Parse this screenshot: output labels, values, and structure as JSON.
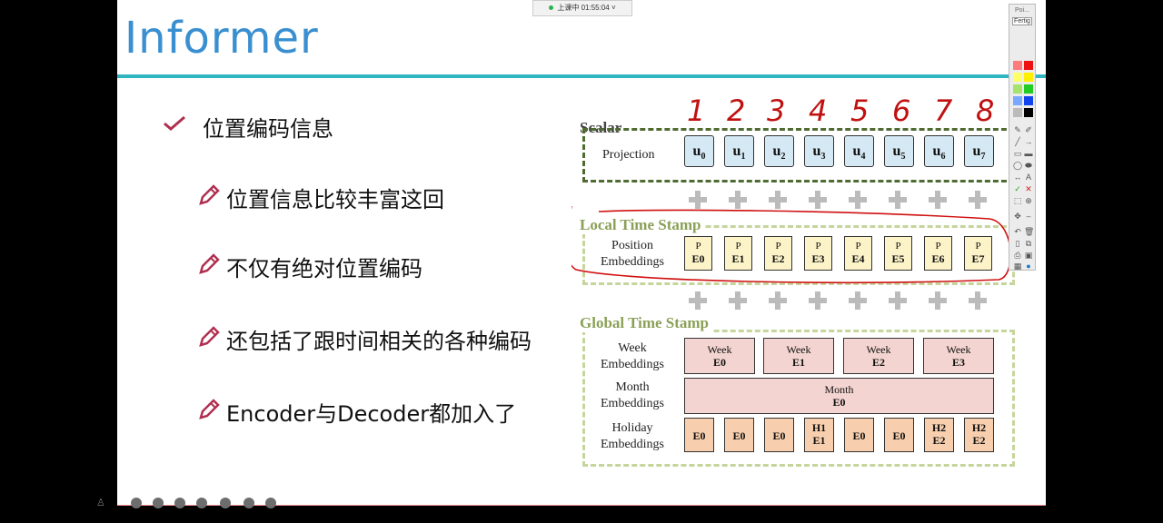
{
  "slide": {
    "title": "Informer",
    "main_bullet": "位置编码信息",
    "sub_bullets": [
      "位置信息比较丰富这回",
      "不仅有绝对位置编码",
      "还包括了跟时间相关的各种编码",
      "Encoder与Decoder都加入了"
    ]
  },
  "diagram": {
    "scalar_title": "Scalar",
    "projection_label": "Projection",
    "u_tokens": [
      "u",
      "u",
      "u",
      "u",
      "u",
      "u",
      "u",
      "u"
    ],
    "u_subs": [
      "0",
      "1",
      "2",
      "3",
      "4",
      "5",
      "6",
      "7"
    ],
    "local_title": "Local Time Stamp",
    "position_label_1": "Position",
    "position_label_2": "Embeddings",
    "p_top": [
      "P",
      "P",
      "P",
      "P",
      "P",
      "P",
      "P",
      "P"
    ],
    "p_bottom": [
      "E0",
      "E1",
      "E2",
      "E3",
      "E4",
      "E5",
      "E6",
      "E7"
    ],
    "global_title": "Global Time Stamp",
    "week_label_1": "Week",
    "week_label_2": "Embeddings",
    "week_boxes": [
      {
        "top": "Week",
        "bottom": "E0"
      },
      {
        "top": "Week",
        "bottom": "E1"
      },
      {
        "top": "Week",
        "bottom": "E2"
      },
      {
        "top": "Week",
        "bottom": "E3"
      }
    ],
    "month_label_1": "Month",
    "month_label_2": "Embeddings",
    "month_box_top": "Month",
    "month_box_bottom": "E0",
    "holiday_label_1": "Holiday",
    "holiday_label_2": "Embeddings",
    "holiday_boxes": [
      {
        "top": "",
        "bottom": "E0"
      },
      {
        "top": "",
        "bottom": "E0"
      },
      {
        "top": "",
        "bottom": "E0"
      },
      {
        "top": "H1",
        "bottom": "E1"
      },
      {
        "top": "",
        "bottom": "E0"
      },
      {
        "top": "",
        "bottom": "E0"
      },
      {
        "top": "H2",
        "bottom": "E2"
      },
      {
        "top": "H2",
        "bottom": "E2"
      }
    ],
    "handwritten_numbers": [
      "1",
      "2",
      "3",
      "4",
      "5",
      "6",
      "7",
      "8"
    ]
  },
  "recording_bar": {
    "status": "上课中 01:55:04"
  },
  "toolbar": {
    "head": "Poi...",
    "fertig": "Fertig",
    "colors": [
      "#ff7a7a",
      "#ee1111",
      "#ffff66",
      "#ffee00",
      "#a6e36a",
      "#22cc22",
      "#7aa7ff",
      "#1144ee",
      "#bbbbbb",
      "#000000"
    ]
  }
}
